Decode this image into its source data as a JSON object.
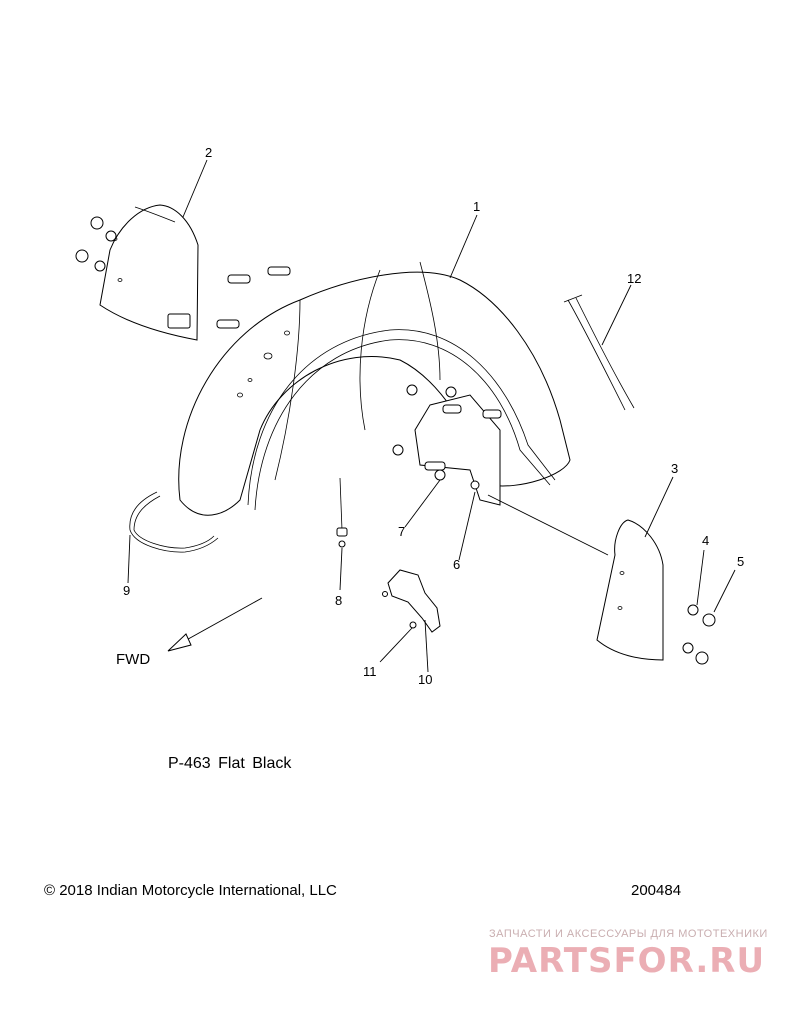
{
  "callouts": {
    "c1": "1",
    "c2": "2",
    "c3": "3",
    "c4": "4",
    "c5": "5",
    "c6": "6",
    "c7": "7",
    "c8": "8",
    "c9": "9",
    "c10": "10",
    "c11": "11",
    "c12": "12"
  },
  "direction_label": "FWD",
  "paint_note": "P-463  Flat Black",
  "copyright": "© 2018 Indian Motorcycle International, LLC",
  "diagram_id": "200484",
  "watermark": {
    "caption": "ЗАПЧАСТИ И АКСЕССУАРЫ ДЛЯ МОТОТЕХНИКИ",
    "logo_text": "PARTSFOR.RU",
    "color": "#e8a0a8"
  }
}
